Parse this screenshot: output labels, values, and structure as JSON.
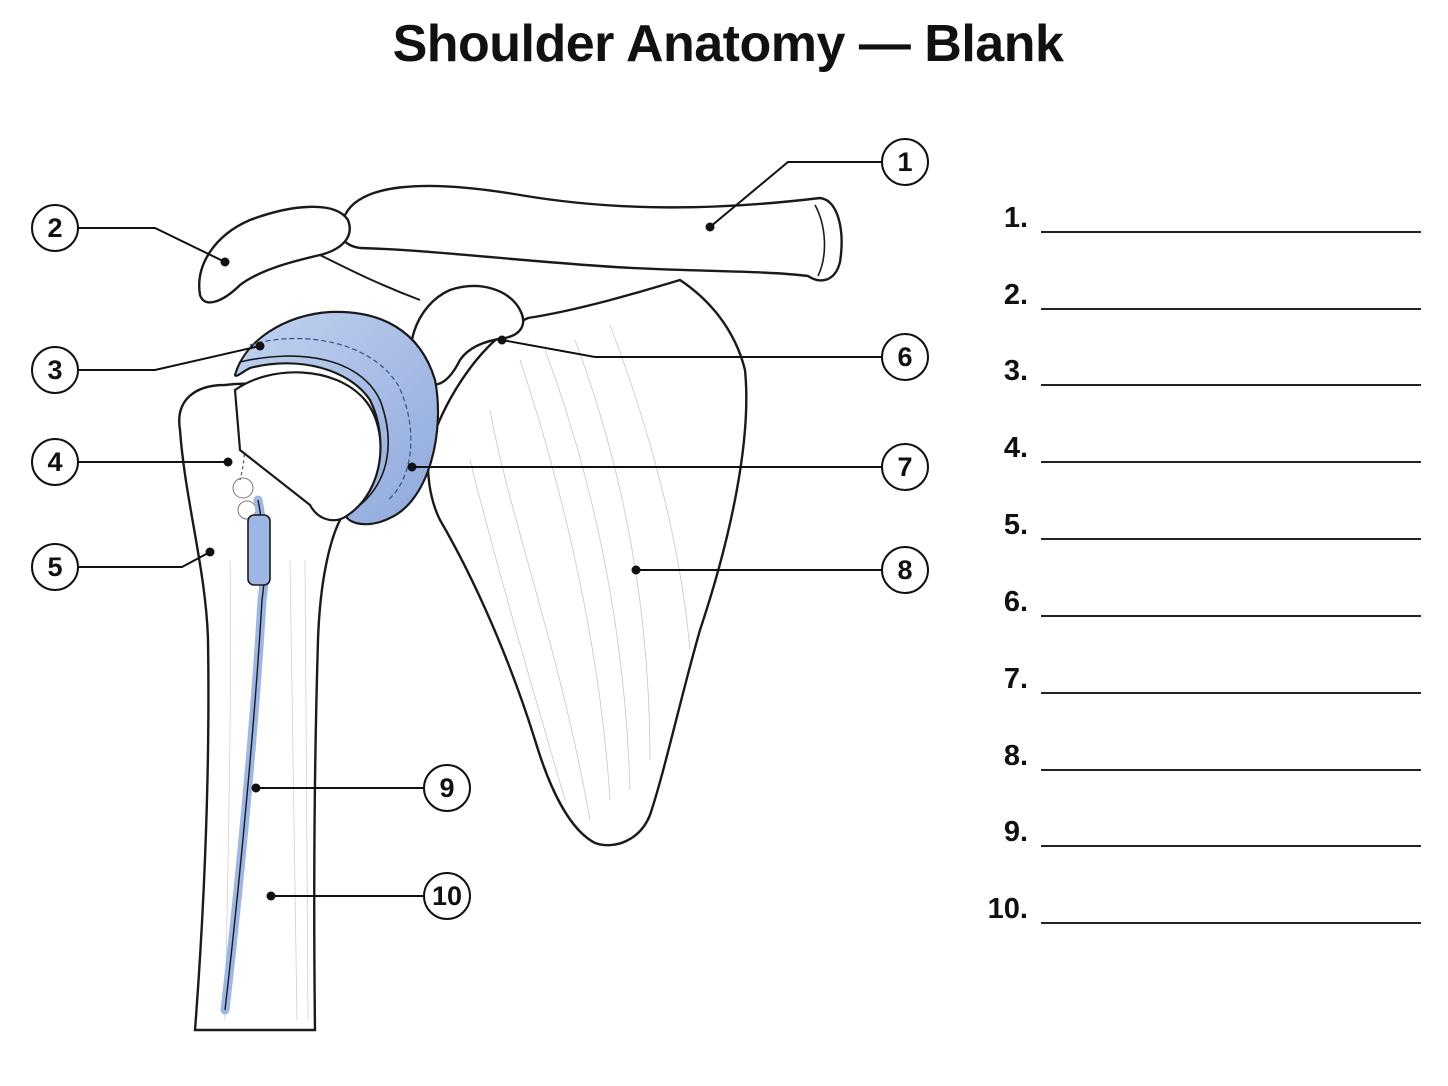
{
  "title": "Shoulder Anatomy — Blank",
  "callouts": [
    "1",
    "2",
    "3",
    "4",
    "5",
    "6",
    "7",
    "8",
    "9",
    "10"
  ],
  "answers": [
    "1.",
    "2.",
    "3.",
    "4.",
    "5.",
    "6.",
    "7.",
    "8.",
    "9.",
    "10."
  ],
  "colors": {
    "cartilage_blue": "#9db6e4",
    "line": "#1a1a1a",
    "bone_fill": "#ffffff"
  }
}
